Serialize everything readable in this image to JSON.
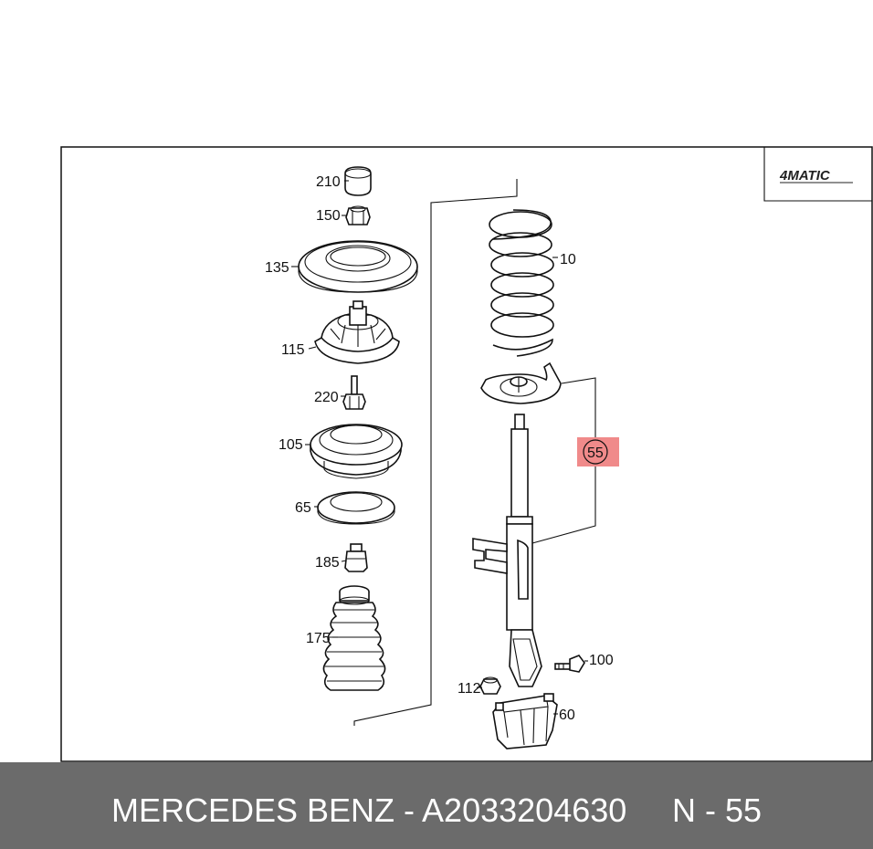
{
  "logo": {
    "text": "4MATIC"
  },
  "parts": {
    "p210": "210",
    "p150": "150",
    "p135": "135",
    "p115": "115",
    "p220": "220",
    "p105": "105",
    "p65": "65",
    "p185": "185",
    "p175": "175",
    "p10": "10",
    "p55": "55",
    "p100": "100",
    "p112": "112",
    "p60": "60"
  },
  "highlight": {
    "part": "55",
    "color": "#f08a8a"
  },
  "footer": {
    "title": "MERCEDES BENZ - A2033204630",
    "page_label": "N - 55",
    "background": "#6b6b6b"
  }
}
